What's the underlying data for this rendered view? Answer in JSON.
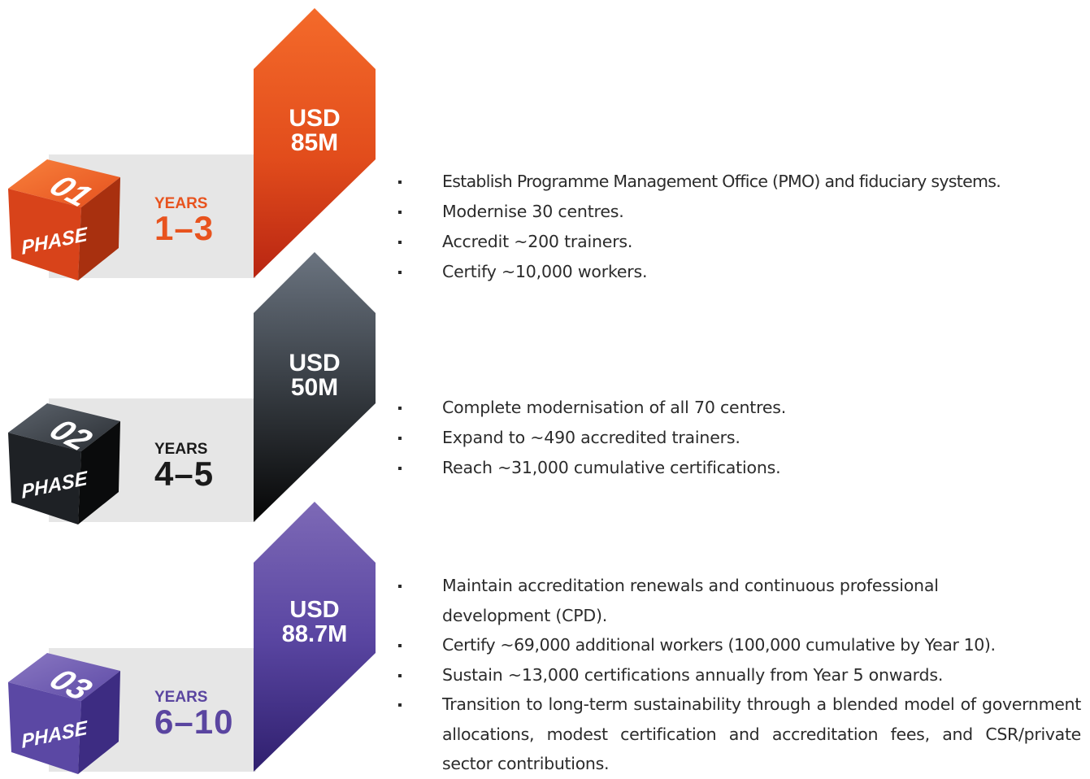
{
  "phases": [
    {
      "number": "01",
      "phase_label": "PHASE",
      "years_label": "YEARS",
      "years_range": "1–3",
      "funding": [
        "USD",
        "85M"
      ],
      "accent": "#e8531e",
      "bullets": [
        "Establish Programme Management Office (PMO) and fiduciary systems.",
        "Modernise 30 centres.",
        "Accredit ~200 trainers.",
        "Certify ~10,000 workers."
      ]
    },
    {
      "number": "02",
      "phase_label": "PHASE",
      "years_label": "YEARS",
      "years_range": "4–5",
      "funding": [
        "USD",
        "50M"
      ],
      "accent": "#1a1a1a",
      "bullets": [
        "Complete modernisation of all 70 centres.",
        "Expand to ~490 accredited trainers.",
        "Reach ~31,000 cumulative certifications."
      ]
    },
    {
      "number": "03",
      "phase_label": "PHASE",
      "years_label": "YEARS",
      "years_range": "6–10",
      "funding": [
        "USD",
        "88.7M"
      ],
      "accent": "#5a45a0",
      "bullets": [
        "Maintain accreditation renewals and continuous professional development (CPD).",
        "Certify ~69,000 additional workers (100,000 cumulative by Year 10).",
        "Sustain ~13,000 certifications annually from Year 5 onwards.",
        "Transition to long-term sustainability through a blended model of government allocations, modest certification and accreditation fees, and CSR/private sector contributions."
      ]
    }
  ]
}
